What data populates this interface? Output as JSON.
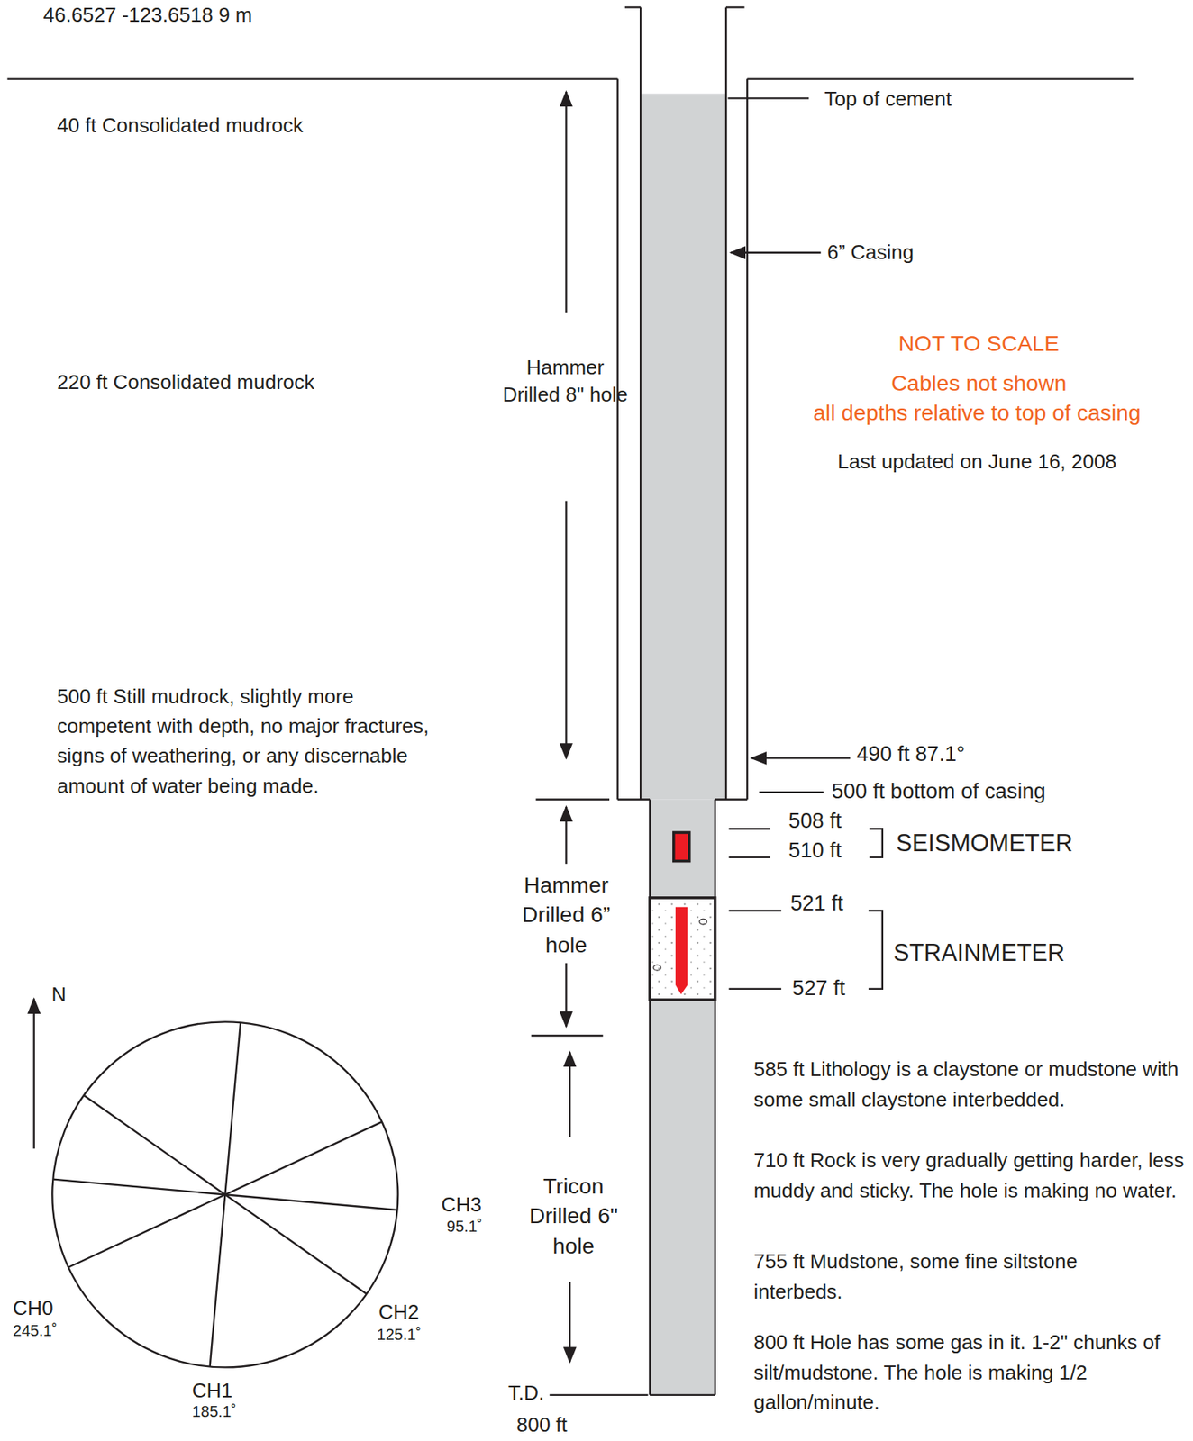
{
  "diagram": {
    "labels": [
      "46.6527 -123.6518 9 m",
      "40 ft Consolidated mudrock",
      "220 ft Consolidated mudrock",
      "500 ft Still mudrock, slightly more competent with depth, no major fractures, signs of weathering, or any discernable amount of water being made.",
      "Hammer Drilled 8\" hole",
      "Top of cement",
      "6” Casing",
      "NOT TO SCALE",
      "Cables not shown",
      "all depths relative to top of casing",
      "Last updated on June 16, 2008",
      "490 ft 87.1°",
      "500 ft bottom of casing",
      "508 ft",
      "510 ft",
      "SEISMOMETER",
      "521 ft",
      "527 ft",
      "STRAINMETER",
      "Hammer Drilled 6” hole",
      "Tricon Drilled 6\" hole",
      "585 ft Lithology is a claystone or mudstone with some small claystone interbedded.",
      "710 ft Rock is very gradually getting harder, less muddy and sticky. The hole is making no water.",
      "755 ft Mudstone, some fine siltstone interbeds.",
      "800 ft Hole has some gas in it. 1-2\" chunks of silt/mudstone. The hole is making 1/2 gallon/minute.",
      "T.D.",
      "800 ft",
      "N",
      "CH3",
      "95.1˚",
      "CH2",
      "125.1˚",
      "CH0",
      "245.1˚",
      "CH1",
      "185.1˚"
    ]
  }
}
